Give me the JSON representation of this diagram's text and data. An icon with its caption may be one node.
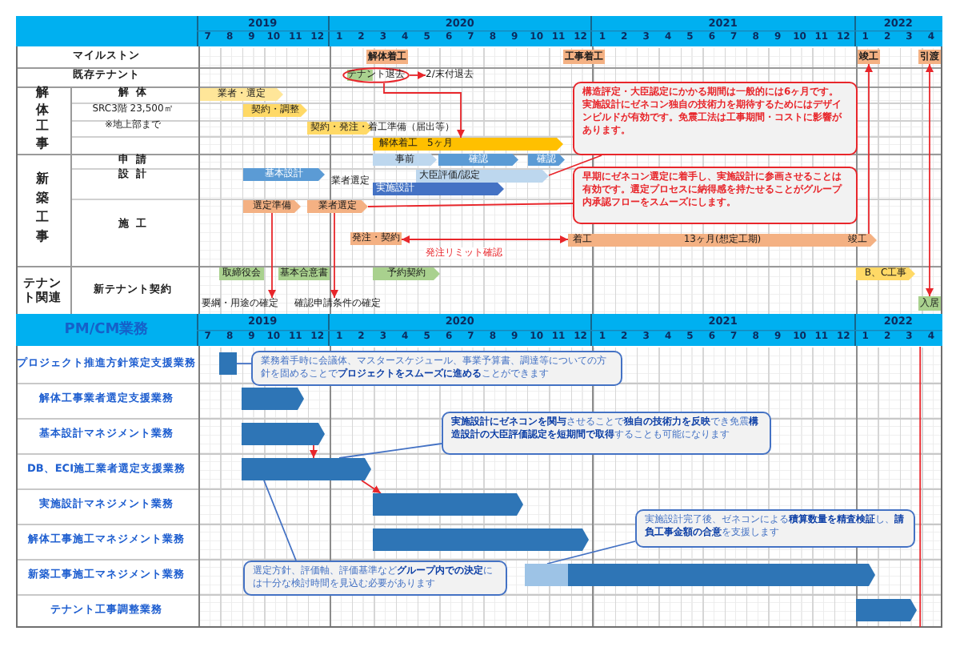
{
  "diagram": {
    "nodes": [
      {
        "text": [
          "解体着工"
        ]
      },
      {
        "text": [
          "工事着工"
        ]
      },
      {
        "text": [
          "竣工"
        ]
      },
      {
        "text": [
          "引渡"
        ]
      },
      {
        "text": [
          "テナント退去"
        ]
      },
      {
        "text": [
          "2/末付退去"
        ]
      },
      {
        "text": [
          "業者・選定"
        ]
      },
      {
        "text": [
          "契約・調整"
        ]
      },
      {
        "text": [
          "契約・発注・着工準備（届出等）"
        ]
      },
      {
        "text": [
          "解体着工",
          "5ヶ月"
        ]
      },
      {
        "text": [
          "事前"
        ]
      },
      {
        "text": [
          "確認"
        ]
      },
      {
        "text": [
          "確認"
        ]
      },
      {
        "text": [
          "基本設計"
        ]
      },
      {
        "text": [
          "大臣評価/認定"
        ]
      },
      {
        "text": [
          "実施設計"
        ]
      },
      {
        "text": [
          "選定準備"
        ]
      },
      {
        "text": [
          "業者選定"
        ]
      },
      {
        "text": [
          "発注・契約"
        ]
      },
      {
        "text": [
          "着工",
          "13ヶ月(想定工期)",
          "竣工"
        ]
      },
      {
        "text": [
          "取締役会"
        ]
      },
      {
        "text": [
          "基本合意書"
        ]
      },
      {
        "text": [
          "予約契約"
        ]
      },
      {
        "text": [
          "B、C工事"
        ]
      },
      {
        "text": [
          "入居"
        ]
      },
      {
        "text": [
          "要綱・用途の確定"
        ]
      },
      {
        "text": [
          "確認申請条件の確定"
        ]
      },
      {
        "text": [
          "構造評定・大臣認定にかかる期間は一般的には6ヶ月です。実施設計にゼネコン独自の技術力を期待するためにはデザインビルドが有効です。免震工法は工事期間・コストに影響があります。"
        ]
      },
      {
        "text": [
          "早期にゼネコン選定に着手し、実施設計に参画させることは有効です。選定プロセスに納得感を持たせることがグループ内承認フローをスムーズにします。"
        ]
      },
      {
        "text": [],
        "shape": "bar"
      },
      {
        "text": [],
        "shape": "bar"
      },
      {
        "text": [],
        "shape": "bar"
      },
      {
        "text": [],
        "shape": "bar"
      },
      {
        "text": [],
        "shape": "bar"
      },
      {
        "text": [],
        "shape": "bar"
      },
      {
        "text": [],
        "shape": "bar"
      },
      {
        "text": [],
        "shape": "bar"
      },
      {
        "text": [],
        "shape": "bar"
      },
      {
        "text": [
          "業務着手時に会議体、マスタースケジュール、事業予算書、調達等についての方針を固めることで**プロジェクトをスムーズに進める**ことができます"
        ]
      },
      {
        "text": [
          "**実施設計にゼネコンを関与**させることで**独自の技術力を反映**でき免震**構造設計の大臣評価認定を短期間で取得**することも可能になります"
        ]
      },
      {
        "text": [
          "選定方針、評価軸、評価基準など**グループ内での決定**には十分な検討時間を見込む必要があります"
        ]
      },
      {
        "text": [
          "実施設計完了後、ゼネコンによる**積算数量を精査検証**し、**請負工事金額の合意**を支援します"
        ]
      }
    ],
    "edges": [
      {
        "from": 4,
        "to": 5,
        "arrow": "to"
      },
      {
        "from": 4,
        "to": 9,
        "arrow": "to"
      },
      {
        "from": 19,
        "to": 18,
        "arrow": "both",
        "label": "発注リミット確認"
      },
      {
        "from": 19,
        "to": 2,
        "arrow": "to"
      },
      {
        "from": 24,
        "to": 3,
        "arrow": "both"
      },
      {
        "from": 16,
        "to": 25,
        "arrow": "to"
      },
      {
        "from": 17,
        "to": 26,
        "arrow": "to"
      },
      {
        "from": 27,
        "to": 14,
        "arrow": "none"
      },
      {
        "from": 28,
        "to": 17,
        "arrow": "none"
      },
      {
        "from": 31,
        "to": 32,
        "arrow": "to"
      },
      {
        "from": 32,
        "to": 33,
        "arrow": "to"
      },
      {
        "from": 38,
        "to": 29,
        "arrow": "none",
        "color": "#4472c4"
      },
      {
        "from": 39,
        "to": 32,
        "arrow": "none",
        "color": "#4472c4"
      },
      {
        "from": 40,
        "to": 32,
        "arrow": "none",
        "color": "#4472c4"
      },
      {
        "from": 41,
        "to": 35,
        "arrow": "none",
        "color": "#4472c4"
      }
    ],
    "labels": [
      "2019",
      "2020",
      "2021",
      "2022",
      "7",
      "8",
      "9",
      "10",
      "11",
      "12",
      "1",
      "2",
      "3",
      "4",
      "5",
      "6",
      "7",
      "8",
      "9",
      "10",
      "11",
      "12",
      "1",
      "2",
      "3",
      "4",
      "5",
      "6",
      "7",
      "8",
      "9",
      "10",
      "11",
      "12",
      "1",
      "2",
      "3",
      "4",
      "マイルストン",
      "既存テナント",
      "解体工事",
      "解体",
      "SRC3階 23,500㎡",
      "※地上部まで",
      "新築工事",
      "申請",
      "設計",
      "業者選定",
      "施工",
      "テナント関連",
      "新テナント契約",
      "PM/CM業務",
      "2019",
      "2020",
      "2021",
      "2022",
      "7",
      "8",
      "9",
      "10",
      "11",
      "12",
      "1",
      "2",
      "3",
      "4",
      "5",
      "6",
      "7",
      "8",
      "9",
      "10",
      "11",
      "12",
      "1",
      "2",
      "3",
      "4",
      "5",
      "6",
      "7",
      "8",
      "9",
      "10",
      "11",
      "12",
      "1",
      "2",
      "3",
      "4",
      "プロジェクト推進方針策定支援業務",
      "解体工事業者選定支援業務",
      "基本設計マネジメント業務",
      "DB、ECI施工業者選定支援業務",
      "実施設計マネジメント業務",
      "解体工事施工マネジメント業務",
      "新築工事施工マネジメント業務",
      "テナント工事調整業務"
    ]
  }
}
